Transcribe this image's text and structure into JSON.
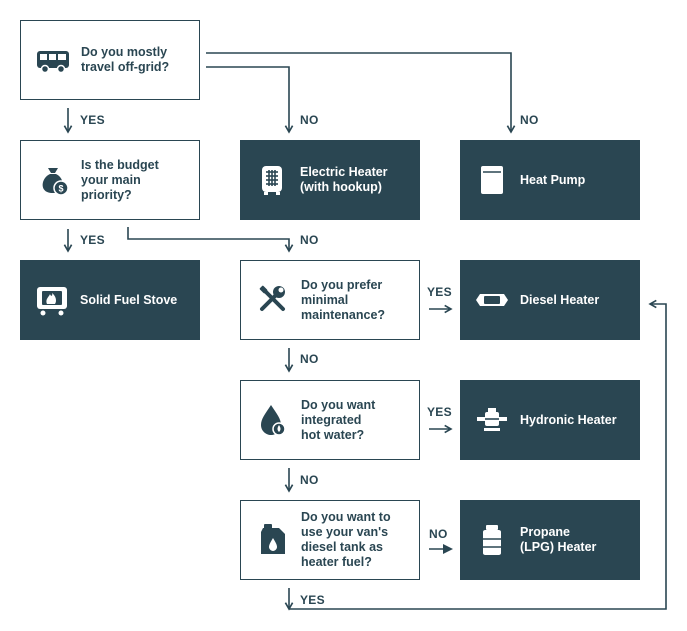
{
  "colors": {
    "dark": "#2a4652",
    "light": "#ffffff"
  },
  "nodes": {
    "offgrid": {
      "text": "Do you mostly\ntravel off-grid?",
      "icon": "campervan-icon"
    },
    "budget": {
      "text": "Is the budget\nyour main\npriority?",
      "icon": "money-bag-icon"
    },
    "electric": {
      "text": "Electric Heater\n(with hookup)",
      "icon": "electric-heater-icon"
    },
    "heatpump": {
      "text": "Heat Pump",
      "icon": "heat-pump-icon"
    },
    "solidfuel": {
      "text": "Solid Fuel Stove",
      "icon": "stove-icon"
    },
    "maint": {
      "text": "Do you prefer\nminimal\nmaintenance?",
      "icon": "tools-icon"
    },
    "diesel": {
      "text": "Diesel Heater",
      "icon": "diesel-heater-icon"
    },
    "hotwater": {
      "text": "Do you want\nintegrated\nhot water?",
      "icon": "water-drop-icon"
    },
    "hydronic": {
      "text": "Hydronic Heater",
      "icon": "hydronic-heater-icon"
    },
    "tank": {
      "text": "Do you want to\nuse your van's\ndiesel tank as\nheater fuel?",
      "icon": "jerrycan-icon"
    },
    "propane": {
      "text": "Propane\n(LPG) Heater",
      "icon": "gas-bottle-icon"
    }
  },
  "labels": {
    "yes1": "YES",
    "no1": "NO",
    "no2": "NO",
    "yes2": "YES",
    "no3": "NO",
    "yes3": "YES",
    "no4": "NO",
    "yes4": "YES",
    "no5": "NO",
    "no6": "NO",
    "yes5": "YES"
  }
}
